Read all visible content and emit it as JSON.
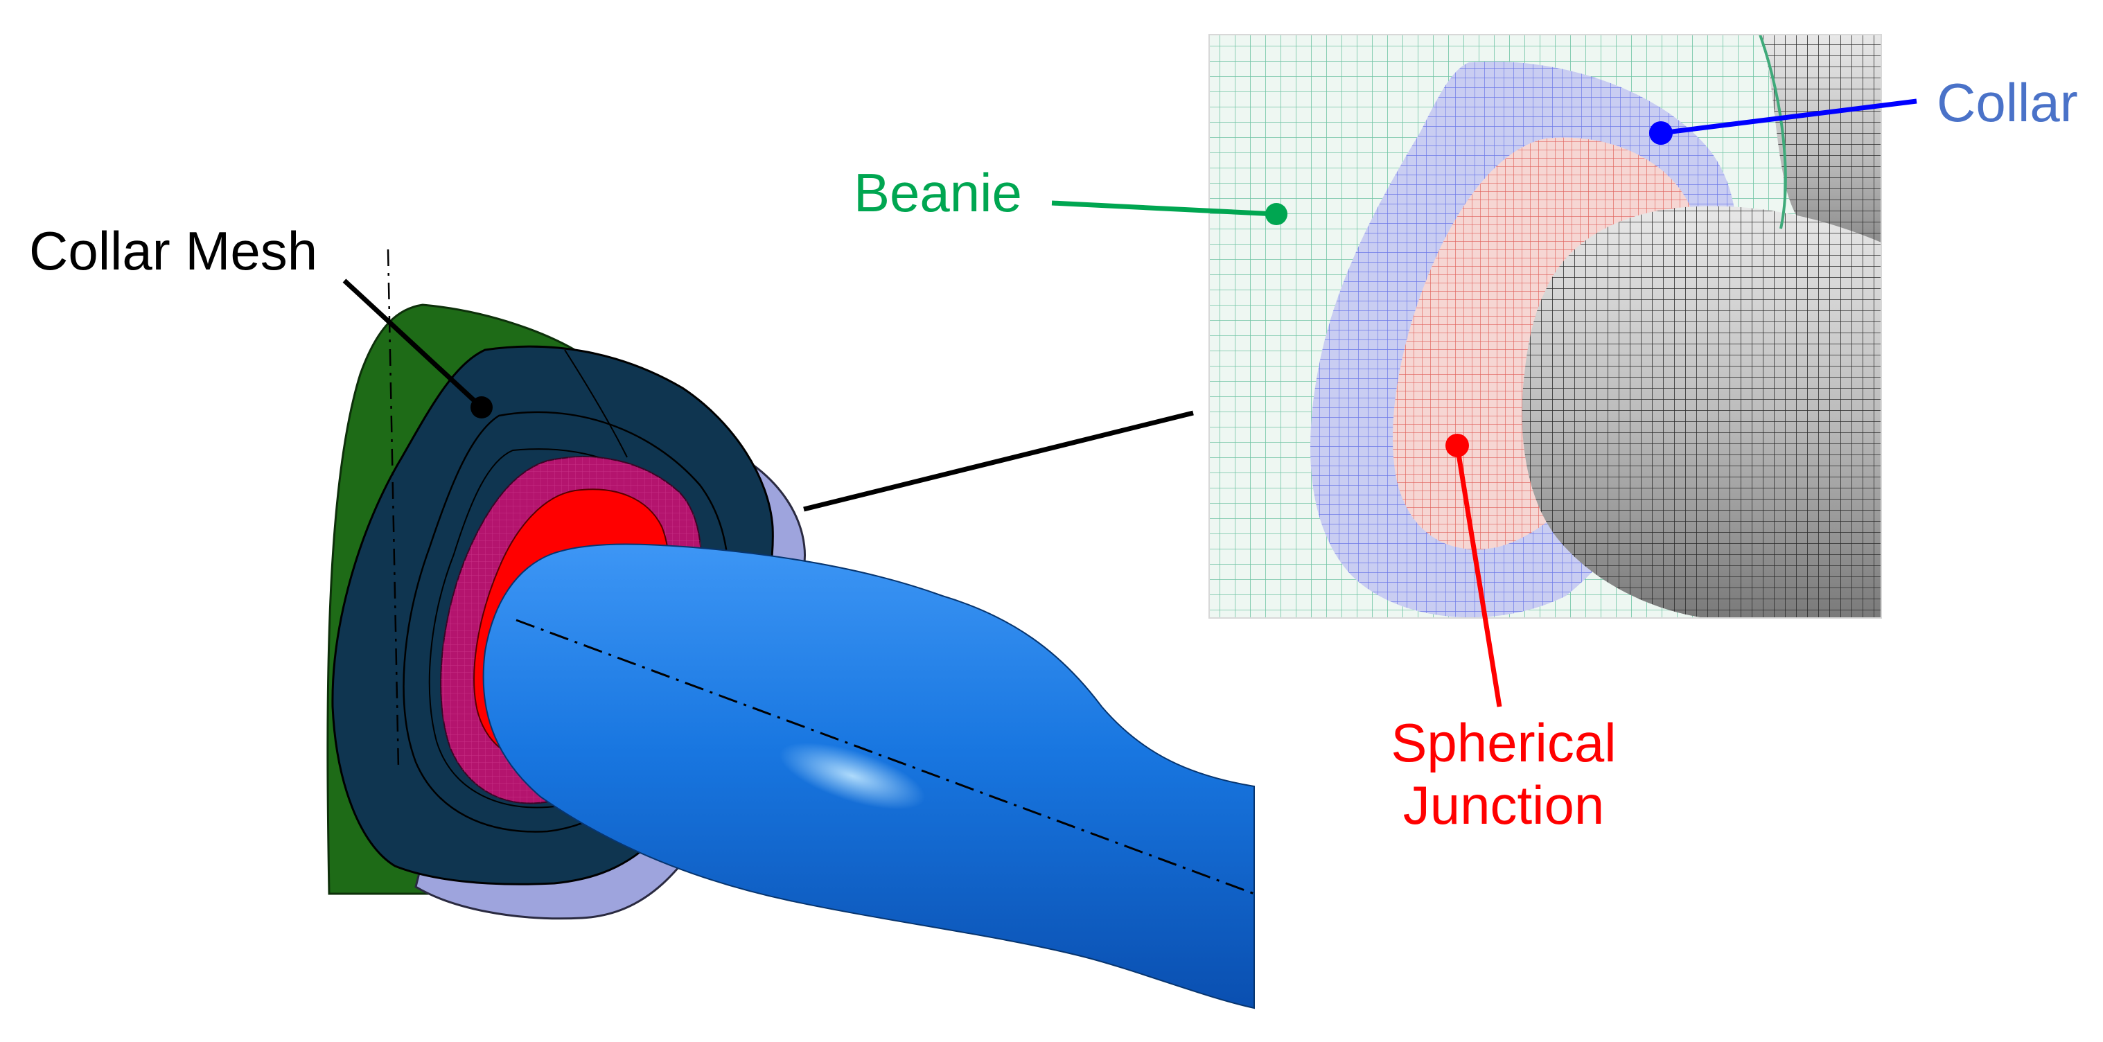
{
  "labels": {
    "collar_mesh": "Collar Mesh",
    "beanie": "Beanie",
    "collar": "Collar",
    "spherical_line1": "Spherical",
    "spherical_line2": "Junction"
  },
  "colors": {
    "collar_mesh_text": "#000000",
    "beanie": "#00a651",
    "collar": "#4a72c8",
    "collar_leader": "#0000ff",
    "spherical": "#ff0000",
    "green_surface": "#1e6b17",
    "dark_collar_surface": "#0f3550",
    "magenta_ring": "#b4146e",
    "red_junction": "#ff0000",
    "lavender_collar": "#9ea4dd",
    "blue_body": "#1876e0",
    "inset_mesh_green": "#6fc3a3",
    "inset_body_gray": "#555555"
  }
}
